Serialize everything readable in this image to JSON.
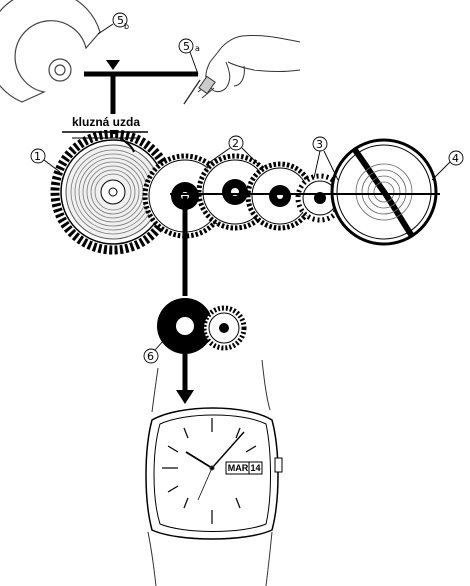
{
  "labels": {
    "slip_clutch": "kluzná uzda",
    "callout_1": "1",
    "callout_2": "2",
    "callout_3": "3",
    "callout_4": "4",
    "callout_5a": "5",
    "callout_5a_sub": "a",
    "callout_5b": "5",
    "callout_5b_sub": "b",
    "callout_6": "6"
  },
  "watch": {
    "day": "MAR",
    "date": "14"
  }
}
